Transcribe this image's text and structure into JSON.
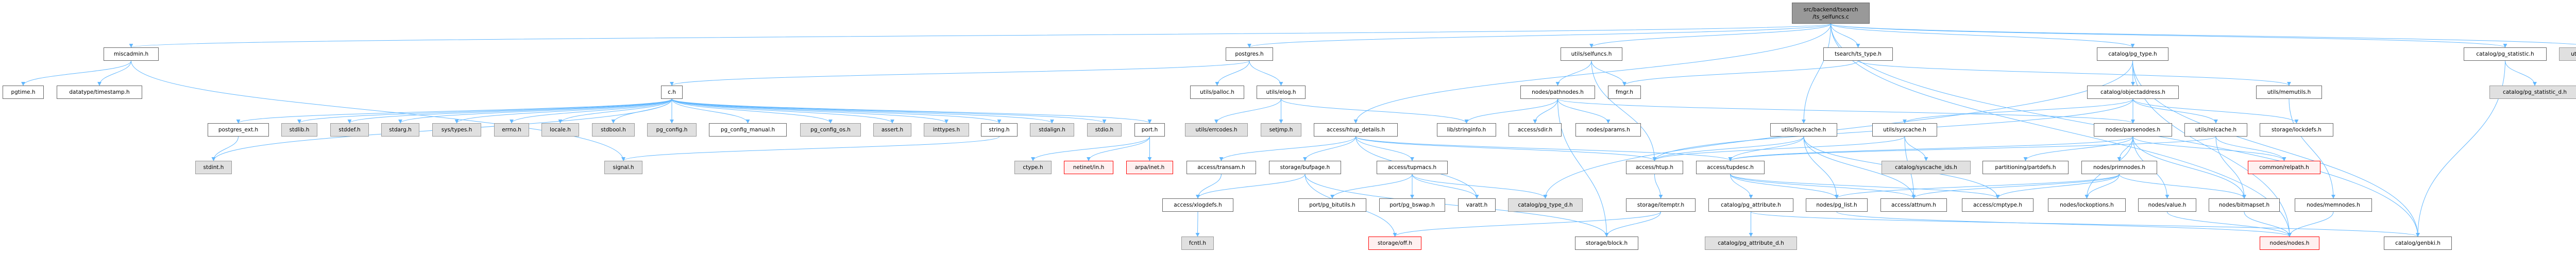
{
  "graph": {
    "root": {
      "label": "src/backend/tsearch\n/ts_selfuncs.c"
    },
    "colors": {
      "edge": "#63b8ff",
      "root_fill": "#999999",
      "external_fill": "#e0e0e0",
      "missing_border": "#ff0000",
      "missing_fill": "#fff0f0"
    },
    "nodes": {
      "miscadmin": {
        "label": "miscadmin.h",
        "kind": "normal"
      },
      "postgres": {
        "label": "postgres.h",
        "kind": "normal"
      },
      "selfuncs": {
        "label": "utils/selfuncs.h",
        "kind": "normal"
      },
      "ts_type": {
        "label": "tsearch/ts_type.h",
        "kind": "normal"
      },
      "pg_type": {
        "label": "catalog/pg_type.h",
        "kind": "normal"
      },
      "pg_statistic": {
        "label": "catalog/pg_statistic.h",
        "kind": "normal"
      },
      "fmgrprotos": {
        "label": "utils/fmgrprotos.h",
        "kind": "ext"
      },
      "pgtime": {
        "label": "pgtime.h",
        "kind": "normal"
      },
      "timestamp": {
        "label": "datatype/timestamp.h",
        "kind": "normal"
      },
      "c": {
        "label": "c.h",
        "kind": "normal"
      },
      "palloc": {
        "label": "utils/palloc.h",
        "kind": "normal"
      },
      "elog": {
        "label": "utils/elog.h",
        "kind": "normal"
      },
      "pathnodes": {
        "label": "nodes/pathnodes.h",
        "kind": "normal"
      },
      "fmgr": {
        "label": "fmgr.h",
        "kind": "normal"
      },
      "objectaddress": {
        "label": "catalog/objectaddress.h",
        "kind": "normal"
      },
      "memutils": {
        "label": "utils/memutils.h",
        "kind": "normal"
      },
      "pg_statistic_d": {
        "label": "catalog/pg_statistic_d.h",
        "kind": "ext"
      },
      "postgres_ext": {
        "label": "postgres_ext.h",
        "kind": "normal"
      },
      "stdlib": {
        "label": "stdlib.h",
        "kind": "ext"
      },
      "stddef": {
        "label": "stddef.h",
        "kind": "ext"
      },
      "stdarg": {
        "label": "stdarg.h",
        "kind": "ext"
      },
      "systypes": {
        "label": "sys/types.h",
        "kind": "ext"
      },
      "errno": {
        "label": "errno.h",
        "kind": "ext"
      },
      "locale": {
        "label": "locale.h",
        "kind": "ext"
      },
      "stdbool": {
        "label": "stdbool.h",
        "kind": "ext"
      },
      "pg_config": {
        "label": "pg_config.h",
        "kind": "ext"
      },
      "pg_config_manual": {
        "label": "pg_config_manual.h",
        "kind": "normal"
      },
      "pg_config_os": {
        "label": "pg_config_os.h",
        "kind": "ext"
      },
      "assert": {
        "label": "assert.h",
        "kind": "ext"
      },
      "inttypes": {
        "label": "inttypes.h",
        "kind": "ext"
      },
      "string": {
        "label": "string.h",
        "kind": "normal"
      },
      "stdalign": {
        "label": "stdalign.h",
        "kind": "ext"
      },
      "stdio": {
        "label": "stdio.h",
        "kind": "ext"
      },
      "port": {
        "label": "port.h",
        "kind": "normal"
      },
      "errcodes": {
        "label": "utils/errcodes.h",
        "kind": "ext"
      },
      "setjmp": {
        "label": "setjmp.h",
        "kind": "ext"
      },
      "htup_details": {
        "label": "access/htup_details.h",
        "kind": "normal"
      },
      "stringinfo": {
        "label": "lib/stringinfo.h",
        "kind": "normal"
      },
      "sdir": {
        "label": "access/sdir.h",
        "kind": "normal"
      },
      "params": {
        "label": "nodes/params.h",
        "kind": "normal"
      },
      "lsyscache": {
        "label": "utils/lsyscache.h",
        "kind": "normal"
      },
      "syscache": {
        "label": "utils/syscache.h",
        "kind": "normal"
      },
      "parsenodes": {
        "label": "nodes/parsenodes.h",
        "kind": "normal"
      },
      "relcache": {
        "label": "utils/relcache.h",
        "kind": "normal"
      },
      "lockdefs": {
        "label": "storage/lockdefs.h",
        "kind": "normal"
      },
      "stdint": {
        "label": "stdint.h",
        "kind": "ext"
      },
      "signal": {
        "label": "signal.h",
        "kind": "ext"
      },
      "ctype": {
        "label": "ctype.h",
        "kind": "ext"
      },
      "netinet": {
        "label": "netinet/in.h",
        "kind": "missing"
      },
      "arpa": {
        "label": "arpa/inet.h",
        "kind": "missing"
      },
      "transam": {
        "label": "access/transam.h",
        "kind": "normal"
      },
      "bufpage": {
        "label": "storage/bufpage.h",
        "kind": "normal"
      },
      "tupmacs": {
        "label": "access/tupmacs.h",
        "kind": "normal"
      },
      "htup": {
        "label": "access/htup.h",
        "kind": "normal"
      },
      "tupdesc": {
        "label": "access/tupdesc.h",
        "kind": "normal"
      },
      "syscache_ids": {
        "label": "catalog/syscache_ids.h",
        "kind": "ext"
      },
      "partdefs": {
        "label": "partitioning/partdefs.h",
        "kind": "normal"
      },
      "primnodes": {
        "label": "nodes/primnodes.h",
        "kind": "normal"
      },
      "relpath": {
        "label": "common/relpath.h",
        "kind": "missing"
      },
      "xlogdefs": {
        "label": "access/xlogdefs.h",
        "kind": "normal"
      },
      "pg_bitutils": {
        "label": "port/pg_bitutils.h",
        "kind": "normal"
      },
      "pg_bswap": {
        "label": "port/pg_bswap.h",
        "kind": "normal"
      },
      "varatt": {
        "label": "varatt.h",
        "kind": "normal"
      },
      "pg_type_d": {
        "label": "catalog/pg_type_d.h",
        "kind": "ext"
      },
      "itemptr": {
        "label": "storage/itemptr.h",
        "kind": "normal"
      },
      "pg_attribute": {
        "label": "catalog/pg_attribute.h",
        "kind": "normal"
      },
      "pg_list": {
        "label": "nodes/pg_list.h",
        "kind": "normal"
      },
      "attnum": {
        "label": "access/attnum.h",
        "kind": "normal"
      },
      "cmptype": {
        "label": "access/cmptype.h",
        "kind": "normal"
      },
      "lockoptions": {
        "label": "nodes/lockoptions.h",
        "kind": "normal"
      },
      "value": {
        "label": "nodes/value.h",
        "kind": "normal"
      },
      "bitmapset": {
        "label": "nodes/bitmapset.h",
        "kind": "normal"
      },
      "memnodes": {
        "label": "nodes/memnodes.h",
        "kind": "normal"
      },
      "fcntl": {
        "label": "fcntl.h",
        "kind": "ext"
      },
      "off": {
        "label": "storage/off.h",
        "kind": "missing"
      },
      "block": {
        "label": "storage/block.h",
        "kind": "normal"
      },
      "pg_attribute_d": {
        "label": "catalog/pg_attribute_d.h",
        "kind": "ext"
      },
      "nodes": {
        "label": "nodes/nodes.h",
        "kind": "missing"
      },
      "genbki": {
        "label": "catalog/genbki.h",
        "kind": "normal"
      }
    },
    "edges": [
      [
        "root",
        "miscadmin"
      ],
      [
        "root",
        "postgres"
      ],
      [
        "root",
        "selfuncs"
      ],
      [
        "root",
        "ts_type"
      ],
      [
        "root",
        "lsyscache"
      ],
      [
        "root",
        "pg_type"
      ],
      [
        "root",
        "pg_statistic"
      ],
      [
        "root",
        "fmgrprotos"
      ],
      [
        "root",
        "htup_details"
      ],
      [
        "root",
        "nodes"
      ],
      [
        "root",
        "genbki"
      ],
      [
        "miscadmin",
        "pgtime"
      ],
      [
        "miscadmin",
        "timestamp"
      ],
      [
        "miscadmin",
        "signal"
      ],
      [
        "postgres",
        "c"
      ],
      [
        "postgres",
        "palloc"
      ],
      [
        "postgres",
        "elog"
      ],
      [
        "c",
        "postgres_ext"
      ],
      [
        "c",
        "stdlib"
      ],
      [
        "c",
        "stddef"
      ],
      [
        "c",
        "stdarg"
      ],
      [
        "c",
        "systypes"
      ],
      [
        "c",
        "errno"
      ],
      [
        "c",
        "locale"
      ],
      [
        "c",
        "stdbool"
      ],
      [
        "c",
        "pg_config"
      ],
      [
        "c",
        "pg_config_manual"
      ],
      [
        "c",
        "pg_config_os"
      ],
      [
        "c",
        "assert"
      ],
      [
        "c",
        "inttypes"
      ],
      [
        "c",
        "string"
      ],
      [
        "c",
        "stdalign"
      ],
      [
        "c",
        "stdio"
      ],
      [
        "c",
        "port"
      ],
      [
        "c",
        "stdint"
      ],
      [
        "postgres_ext",
        "stdint"
      ],
      [
        "string",
        "signal"
      ],
      [
        "port",
        "ctype"
      ],
      [
        "port",
        "netinet"
      ],
      [
        "port",
        "arpa"
      ],
      [
        "elog",
        "errcodes"
      ],
      [
        "elog",
        "setjmp"
      ],
      [
        "elog",
        "stringinfo"
      ],
      [
        "htup_details",
        "transam"
      ],
      [
        "htup_details",
        "bufpage"
      ],
      [
        "htup_details",
        "tupmacs"
      ],
      [
        "htup_details",
        "varatt"
      ],
      [
        "htup_details",
        "htup"
      ],
      [
        "htup_details",
        "tupdesc"
      ],
      [
        "transam",
        "xlogdefs"
      ],
      [
        "bufpage",
        "xlogdefs"
      ],
      [
        "bufpage",
        "off"
      ],
      [
        "bufpage",
        "block"
      ],
      [
        "tupmacs",
        "pg_bitutils"
      ],
      [
        "tupmacs",
        "pg_bswap"
      ],
      [
        "tupmacs",
        "varatt"
      ],
      [
        "tupmacs",
        "pg_type_d"
      ],
      [
        "xlogdefs",
        "fcntl"
      ],
      [
        "selfuncs",
        "pathnodes"
      ],
      [
        "selfuncs",
        "fmgr"
      ],
      [
        "selfuncs",
        "htup"
      ],
      [
        "pathnodes",
        "stringinfo"
      ],
      [
        "pathnodes",
        "sdir"
      ],
      [
        "pathnodes",
        "params"
      ],
      [
        "pathnodes",
        "parsenodes"
      ],
      [
        "pathnodes",
        "block"
      ],
      [
        "ts_type",
        "fmgr"
      ],
      [
        "ts_type",
        "memutils"
      ],
      [
        "pg_type",
        "pg_type_d"
      ],
      [
        "pg_type",
        "objectaddress"
      ],
      [
        "pg_type",
        "nodes"
      ],
      [
        "pg_type",
        "genbki"
      ],
      [
        "objectaddress",
        "htup"
      ],
      [
        "objectaddress",
        "syscache"
      ],
      [
        "objectaddress",
        "parsenodes"
      ],
      [
        "objectaddress",
        "relcache"
      ],
      [
        "objectaddress",
        "lockdefs"
      ],
      [
        "lsyscache",
        "htup"
      ],
      [
        "lsyscache",
        "tupdesc"
      ],
      [
        "lsyscache",
        "pg_list"
      ],
      [
        "lsyscache",
        "attnum"
      ],
      [
        "lsyscache",
        "cmptype"
      ],
      [
        "syscache",
        "htup"
      ],
      [
        "syscache",
        "syscache_ids"
      ],
      [
        "syscache",
        "attnum"
      ],
      [
        "parsenodes",
        "partdefs"
      ],
      [
        "parsenodes",
        "primnodes"
      ],
      [
        "parsenodes",
        "relpath"
      ],
      [
        "parsenodes",
        "lockoptions"
      ],
      [
        "parsenodes",
        "value"
      ],
      [
        "parsenodes",
        "bitmapset"
      ],
      [
        "parsenodes",
        "tupdesc"
      ],
      [
        "relcache",
        "relpath"
      ],
      [
        "relcache",
        "bitmapset"
      ],
      [
        "relcache",
        "tupdesc"
      ],
      [
        "memutils",
        "memnodes"
      ],
      [
        "htup",
        "itemptr"
      ],
      [
        "itemptr",
        "block"
      ],
      [
        "itemptr",
        "off"
      ],
      [
        "tupdesc",
        "pg_attribute"
      ],
      [
        "tupdesc",
        "pg_list"
      ],
      [
        "tupdesc",
        "attnum"
      ],
      [
        "tupdesc",
        "cmptype"
      ],
      [
        "pg_attribute",
        "pg_attribute_d"
      ],
      [
        "pg_attribute",
        "genbki"
      ],
      [
        "pg_list",
        "nodes"
      ],
      [
        "primnodes",
        "pg_list"
      ],
      [
        "primnodes",
        "attnum"
      ],
      [
        "primnodes",
        "cmptype"
      ],
      [
        "primnodes",
        "lockoptions"
      ],
      [
        "primnodes",
        "bitmapset"
      ],
      [
        "value",
        "nodes"
      ],
      [
        "bitmapset",
        "nodes"
      ],
      [
        "memnodes",
        "nodes"
      ],
      [
        "pg_statistic",
        "pg_statistic_d"
      ],
      [
        "pg_statistic",
        "genbki"
      ]
    ]
  }
}
